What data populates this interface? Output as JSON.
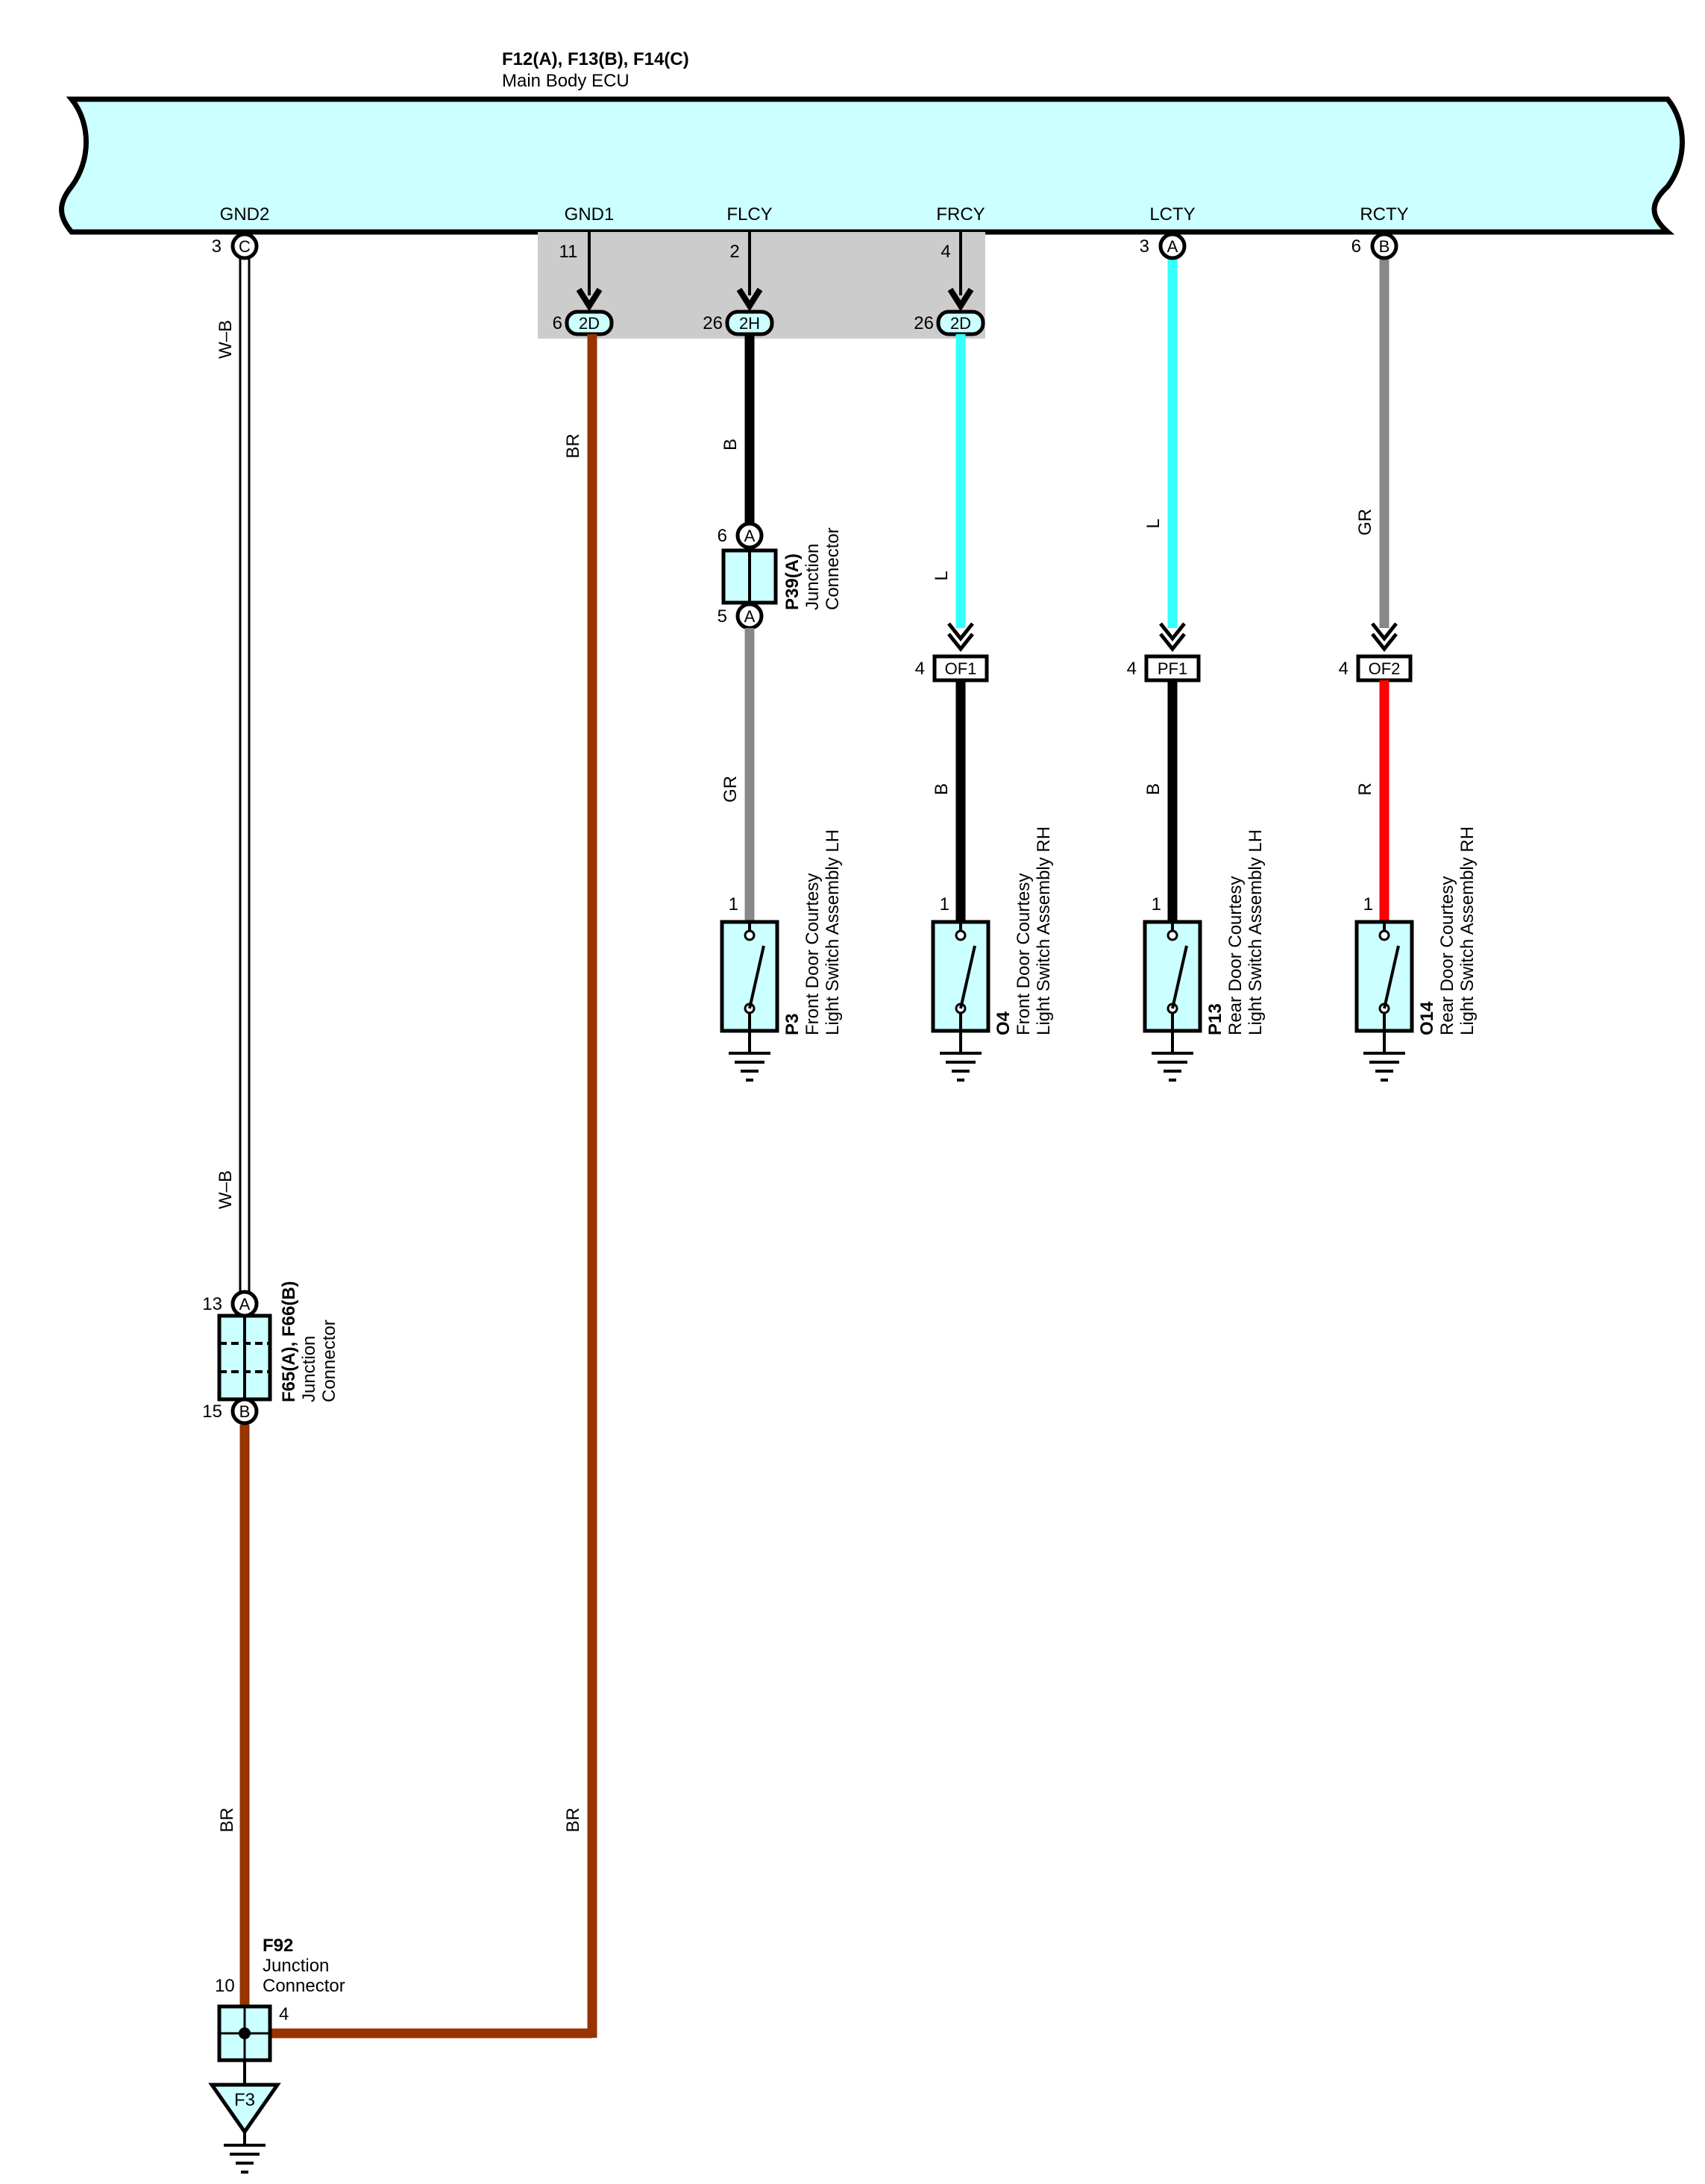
{
  "ecu": {
    "connectors": "F12(A), F13(B), F14(C)",
    "name": "Main Body ECU",
    "fill": "#CCFFFF"
  },
  "ecu_pins": {
    "gnd2": {
      "name": "GND2",
      "pin": "3",
      "conn": "C"
    },
    "gnd1": {
      "name": "GND1",
      "pin": "11"
    },
    "flcy": {
      "name": "FLCY",
      "pin": "2"
    },
    "frcy": {
      "name": "FRCY",
      "pin": "4"
    },
    "lcty": {
      "name": "LCTY",
      "pin": "3",
      "conn": "A"
    },
    "rcty": {
      "name": "RCTY",
      "pin": "6",
      "conn": "B"
    }
  },
  "junction_block": {
    "gnd1": {
      "pin": "6",
      "conn": "2D"
    },
    "flcy": {
      "pin": "26",
      "conn": "2H"
    },
    "frcy": {
      "pin": "26",
      "conn": "2D"
    }
  },
  "wires": {
    "gnd2_top": "W–B",
    "gnd2_mid": "W–B",
    "gnd2_bottom": "BR",
    "gnd1_top": "BR",
    "gnd1_bottom": "BR",
    "flcy_top": "B",
    "flcy_bottom": "GR",
    "frcy_top": "L",
    "frcy_bottom": "B",
    "lcty_top": "L",
    "lcty_bottom": "B",
    "rcty_top": "GR",
    "rcty_bottom": "R"
  },
  "wire_colors": {
    "BR": "#993300",
    "B": "#000000",
    "L": "#33FFFF",
    "GR": "#888888",
    "R": "#FF0000",
    "W-B": "#FFFFFF"
  },
  "p39": {
    "name": "P39(A)",
    "line1": "Junction",
    "line2": "Connector",
    "pin_top": "6",
    "pin_bottom": "5",
    "conn": "A"
  },
  "inline_connectors": {
    "of1": {
      "pin": "4",
      "name": "OF1"
    },
    "pf1": {
      "pin": "4",
      "name": "PF1"
    },
    "of2": {
      "pin": "4",
      "name": "OF2"
    }
  },
  "switches": {
    "p3": {
      "id": "P3",
      "line1": "Front Door Courtesy",
      "line2": "Light Switch Assembly LH",
      "pin": "1"
    },
    "o4": {
      "id": "O4",
      "line1": "Front Door Courtesy",
      "line2": "Light Switch Assembly RH",
      "pin": "1"
    },
    "p13": {
      "id": "P13",
      "line1": "Rear Door Courtesy",
      "line2": "Light Switch Assembly LH",
      "pin": "1"
    },
    "o14": {
      "id": "O14",
      "line1": "Rear Door Courtesy",
      "line2": "Light Switch Assembly RH",
      "pin": "1"
    }
  },
  "f65": {
    "name": "F65(A), F66(B)",
    "line1": "Junction",
    "line2": "Connector",
    "pin_top": "13",
    "conn_top": "A",
    "pin_bottom": "15",
    "conn_bottom": "B"
  },
  "f92": {
    "name": "F92",
    "line1": "Junction",
    "line2": "Connector",
    "pin_left": "10",
    "pin_right": "4"
  },
  "ground_point": "F3"
}
